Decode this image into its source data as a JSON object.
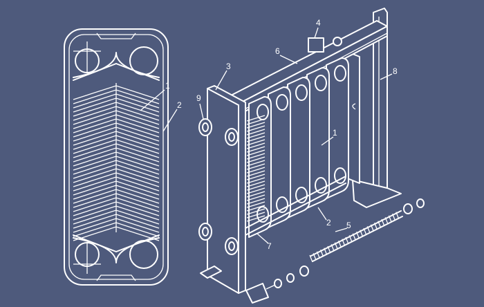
{
  "colors": {
    "background": "#4e5a7c",
    "line": "#ffffff"
  },
  "plate_callouts": {
    "plate": "1",
    "gasket": "2"
  },
  "assembly_callouts": {
    "fixed_plate": "3",
    "pressure_plate_roller": "4",
    "upper_guide_bar": "6",
    "support_column": "8",
    "nozzle": "9",
    "plate": "1",
    "gasket": "2",
    "tightening_bolt": "5",
    "lower_guide_bar": "7"
  }
}
